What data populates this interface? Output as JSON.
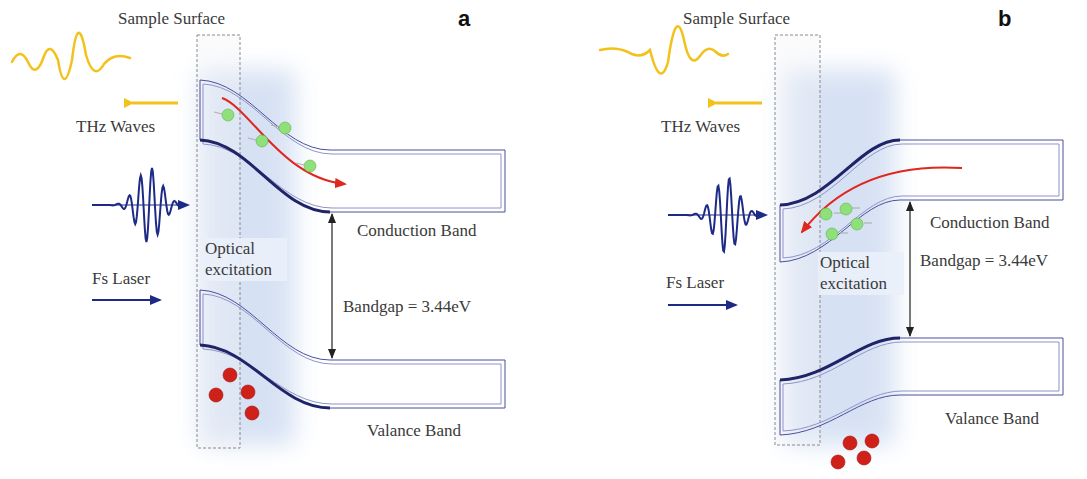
{
  "diagram": {
    "labels": [
      "Sample Surface",
      "a",
      "THz Waves",
      "Conduction Band",
      "Optical excitation",
      "Bandgap = 3.44eV",
      "Fs Laser",
      "Valance Band",
      "Sample Surface",
      "b",
      "THz Waves",
      "Conduction Band",
      "Optical excitation",
      "Bandgap = 3.44eV",
      "Fs Laser",
      "Valance Band"
    ]
  }
}
